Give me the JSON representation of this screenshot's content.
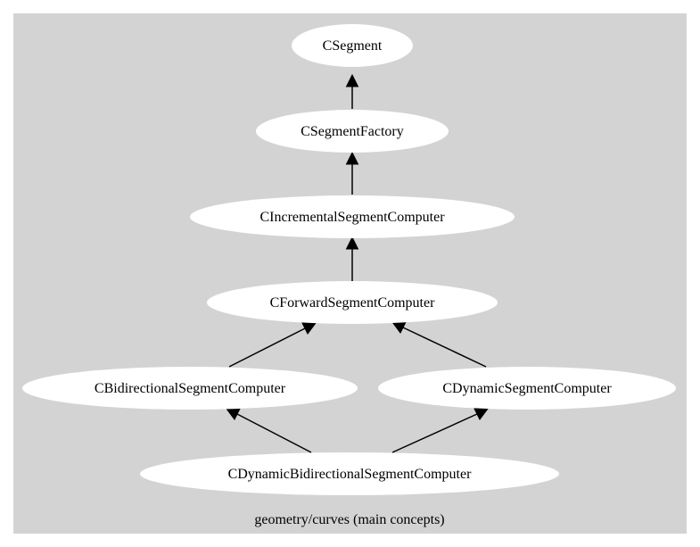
{
  "colors": {
    "page_background": "#ffffff",
    "cluster_fill": "#d3d3d3",
    "node_fill": "#ffffff",
    "edge_color": "#000000",
    "text_color": "#000000"
  },
  "cluster": {
    "label": "geometry/curves (main concepts)"
  },
  "nodes": [
    {
      "id": "CSegment",
      "label": "CSegment"
    },
    {
      "id": "CSegmentFactory",
      "label": "CSegmentFactory"
    },
    {
      "id": "CIncrementalSegmentComputer",
      "label": "CIncrementalSegmentComputer"
    },
    {
      "id": "CForwardSegmentComputer",
      "label": "CForwardSegmentComputer"
    },
    {
      "id": "CBidirectionalSegmentComputer",
      "label": "CBidirectionalSegmentComputer"
    },
    {
      "id": "CDynamicSegmentComputer",
      "label": "CDynamicSegmentComputer"
    },
    {
      "id": "CDynamicBidirectionalSegmentComputer",
      "label": "CDynamicBidirectionalSegmentComputer"
    }
  ],
  "edges": [
    {
      "from": "CSegmentFactory",
      "to": "CSegment"
    },
    {
      "from": "CIncrementalSegmentComputer",
      "to": "CSegmentFactory"
    },
    {
      "from": "CForwardSegmentComputer",
      "to": "CIncrementalSegmentComputer"
    },
    {
      "from": "CBidirectionalSegmentComputer",
      "to": "CForwardSegmentComputer"
    },
    {
      "from": "CDynamicSegmentComputer",
      "to": "CForwardSegmentComputer"
    },
    {
      "from": "CDynamicBidirectionalSegmentComputer",
      "to": "CBidirectionalSegmentComputer"
    },
    {
      "from": "CDynamicBidirectionalSegmentComputer",
      "to": "CDynamicSegmentComputer"
    }
  ]
}
